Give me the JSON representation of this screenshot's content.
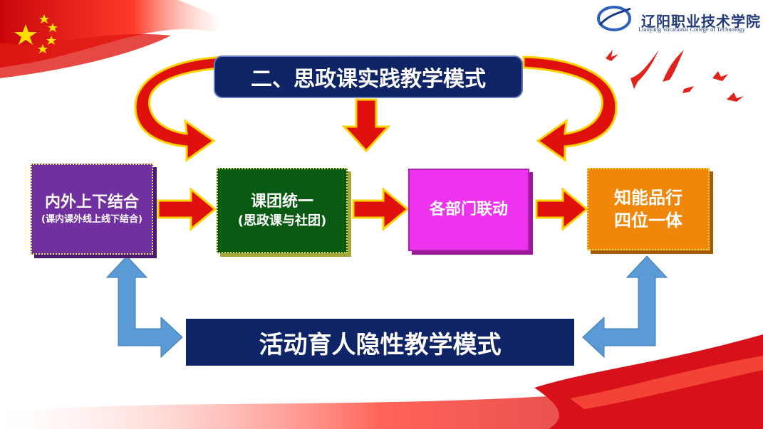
{
  "header": {
    "school_name_cn": "辽阳职业技术学院",
    "school_name_en": "Liaoyang Vocational College of Technology"
  },
  "title": "二、思政课实践教学模式",
  "flow": {
    "box1": {
      "line1": "内外上下结合",
      "line2": "(课内课外线上线下结合)",
      "color": "#7030a0"
    },
    "box2": {
      "line1": "课团统一",
      "line2": "(思政课与社团)",
      "color": "#0b5a14"
    },
    "box3": {
      "line1": "各部门联动",
      "color": "#ee33ee"
    },
    "box4": {
      "line1": "知能品行",
      "line2": "四位一体",
      "color": "#f0870a"
    }
  },
  "bottom_banner": "活动育人隐性教学模式",
  "colors": {
    "navy": "#0f2466",
    "arrow_red": "#e0100c",
    "arrow_yellow": "#ffd200",
    "arrow_blue": "#5b9bd5"
  },
  "icons": [
    "china-flag-icon",
    "flying-birds-icon",
    "college-logo-icon"
  ]
}
